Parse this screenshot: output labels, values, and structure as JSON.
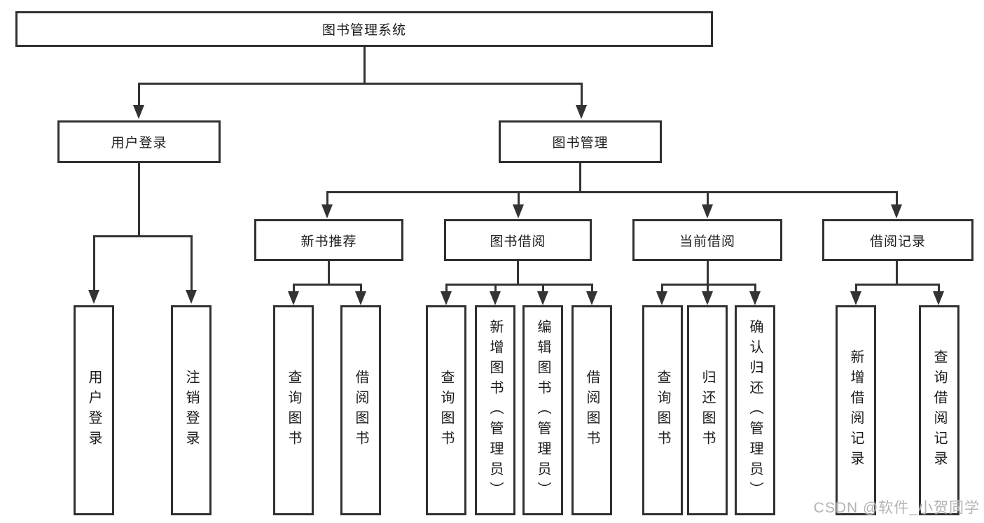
{
  "nodes": {
    "root": "图书管理系统",
    "user_login": "用户登录",
    "book_management": "图书管理",
    "new_book_recommend": "新书推荐",
    "book_borrowing": "图书借阅",
    "current_borrowing": "当前借阅",
    "borrowing_records": "借阅记录",
    "user_login_leaf": "用户登录",
    "logout_leaf": "注销登录",
    "query_books_recommend": "查询图书",
    "borrow_books_recommend": "借阅图书",
    "query_books_borrowing": "查询图书",
    "add_books_admin": "新增图书（管理员）",
    "edit_books_admin": "编辑图书（管理员）",
    "borrow_books_leaf": "借阅图书",
    "query_books_current": "查询图书",
    "return_books": "归还图书",
    "confirm_return_admin": "确认归还（管理员）",
    "add_borrow_record": "新增借阅记录",
    "query_borrow_record": "查询借阅记录"
  },
  "watermark": "CSDN @软件_小贺同学",
  "colors": {
    "line": "#333333",
    "border": "#303030",
    "text": "#1c1c1c",
    "background": "#ffffff",
    "watermark": "#b3b3b3"
  }
}
